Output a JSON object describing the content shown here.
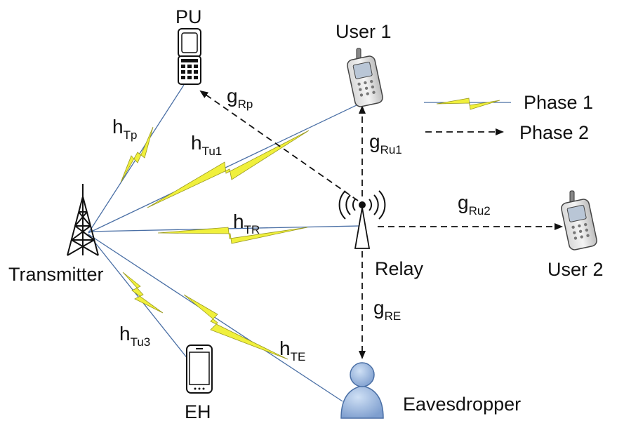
{
  "nodes": {
    "pu": "PU",
    "user1": "User 1",
    "user2": "User 2",
    "transmitter": "Transmitter",
    "relay": "Relay",
    "eh": "EH",
    "eavesdropper": "Eavesdropper"
  },
  "links": {
    "h_tp": {
      "base": "h",
      "sub": "Tp"
    },
    "h_tu1": {
      "base": "h",
      "sub": "Tu1"
    },
    "h_tr": {
      "base": "h",
      "sub": "TR"
    },
    "h_tu3": {
      "base": "h",
      "sub": "Tu3"
    },
    "h_te": {
      "base": "h",
      "sub": "TE"
    },
    "g_rp": {
      "base": "g",
      "sub": "Rp"
    },
    "g_ru1": {
      "base": "g",
      "sub": "Ru1"
    },
    "g_ru2": {
      "base": "g",
      "sub": "Ru2"
    },
    "g_re": {
      "base": "g",
      "sub": "RE"
    }
  },
  "legend": {
    "phase1": "Phase 1",
    "phase2": "Phase 2"
  },
  "colors": {
    "phase1_bolt": "#f0f03c",
    "phase1_line": "#4a6fa5",
    "phase2_line": "#111111",
    "person": "#a9c4e8"
  }
}
